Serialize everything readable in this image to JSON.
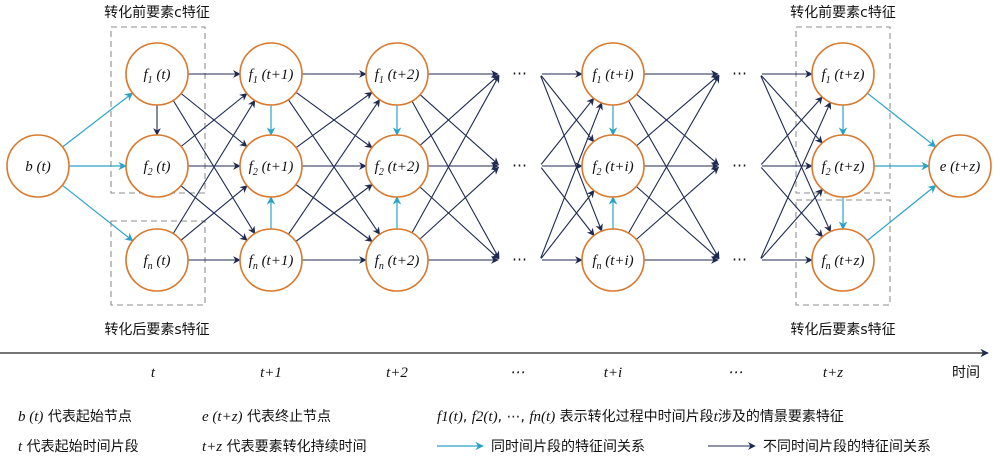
{
  "box_labels": {
    "before_left": "转化前要素c特征",
    "before_right": "转化前要素c特征",
    "after_left": "转化后要素s特征",
    "after_right": "转化后要素s特征"
  },
  "nodes": [
    {
      "id": "b",
      "label": "b (t)"
    },
    {
      "id": "c0r0",
      "label": "f1 (t)"
    },
    {
      "id": "c0r1",
      "label": "f2 (t)"
    },
    {
      "id": "c0r2",
      "label": "fn (t)"
    },
    {
      "id": "c1r0",
      "label": "f1 (t+1)"
    },
    {
      "id": "c1r1",
      "label": "f2 (t+1)"
    },
    {
      "id": "c1r2",
      "label": "fn (t+1)"
    },
    {
      "id": "c2r0",
      "label": "f1 (t+2)"
    },
    {
      "id": "c2r1",
      "label": "f2 (t+2)"
    },
    {
      "id": "c2r2",
      "label": "fn (t+2)"
    },
    {
      "id": "c3r0",
      "label": "f1 (t+i)"
    },
    {
      "id": "c3r1",
      "label": "f2 (t+i)"
    },
    {
      "id": "c3r2",
      "label": "fn (t+i)"
    },
    {
      "id": "c4r0",
      "label": "f1 (t+z)"
    },
    {
      "id": "c4r1",
      "label": "f2 (t+z)"
    },
    {
      "id": "c4r2",
      "label": "fn (t+z)"
    },
    {
      "id": "e",
      "label": "e (t+z)"
    }
  ],
  "ellipsis": "⋯",
  "time_axis": {
    "ticks": [
      "t",
      "t+1",
      "t+2",
      "⋯",
      "t+i",
      "⋯",
      "t+z"
    ],
    "axis_label": "时间"
  },
  "legend": {
    "b_text": "b (t) 代表起始节点",
    "e_text": "e (t+z) 代表终止节点",
    "f_text": "f1(t), f2(t), ⋯, fn(t) 表示转化过程中时间片段t涉及的情景要素特征",
    "t_text": "t 代表起始时间片段",
    "tz_text": "t+z 代表要素转化持续时间",
    "same_time": "同时间片段的特征间关系",
    "diff_time": "不同时间片段的特征间关系"
  },
  "colors": {
    "node_stroke": "#d9782d",
    "same_time_arrow": "#2aa3c9",
    "diff_time_arrow": "#1f2a52",
    "dashed_box": "#8f8f8f"
  }
}
